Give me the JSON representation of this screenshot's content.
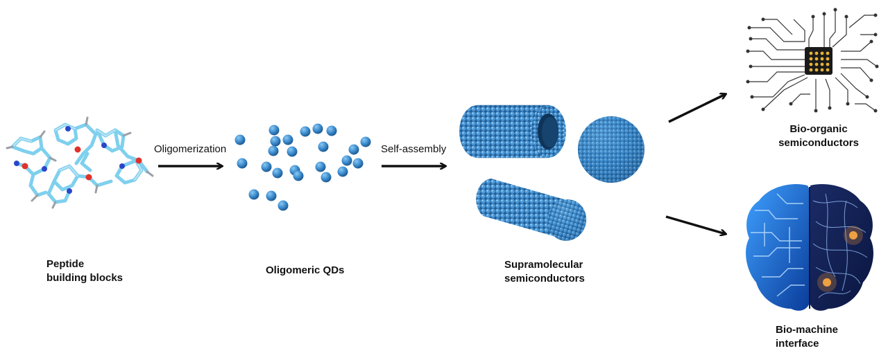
{
  "stages": {
    "peptide": {
      "line1": "Peptide",
      "line2": "building blocks"
    },
    "qds": {
      "label": "Oligomeric QDs"
    },
    "supra": {
      "line1": "Supramolecular",
      "line2": "semiconductors"
    },
    "bio_organic": {
      "line1": "Bio-organic",
      "line2": "semiconductors"
    },
    "bio_machine": {
      "line1": "Bio-machine",
      "line2": "interface"
    }
  },
  "arrows": {
    "oligomerization": "Oligomerization",
    "self_assembly": "Self-assembly"
  },
  "colors": {
    "sphere": "#3f8fd1",
    "sphere_dark": "#1f5f9a",
    "bond": "#7fd0ee",
    "oxygen": "#e0322a",
    "nitrogen": "#2a46c8",
    "arrow": "#111111",
    "circuit": "#333333",
    "brain_blue": "#1e6fd6",
    "brain_glow": "#ff9a2a"
  }
}
